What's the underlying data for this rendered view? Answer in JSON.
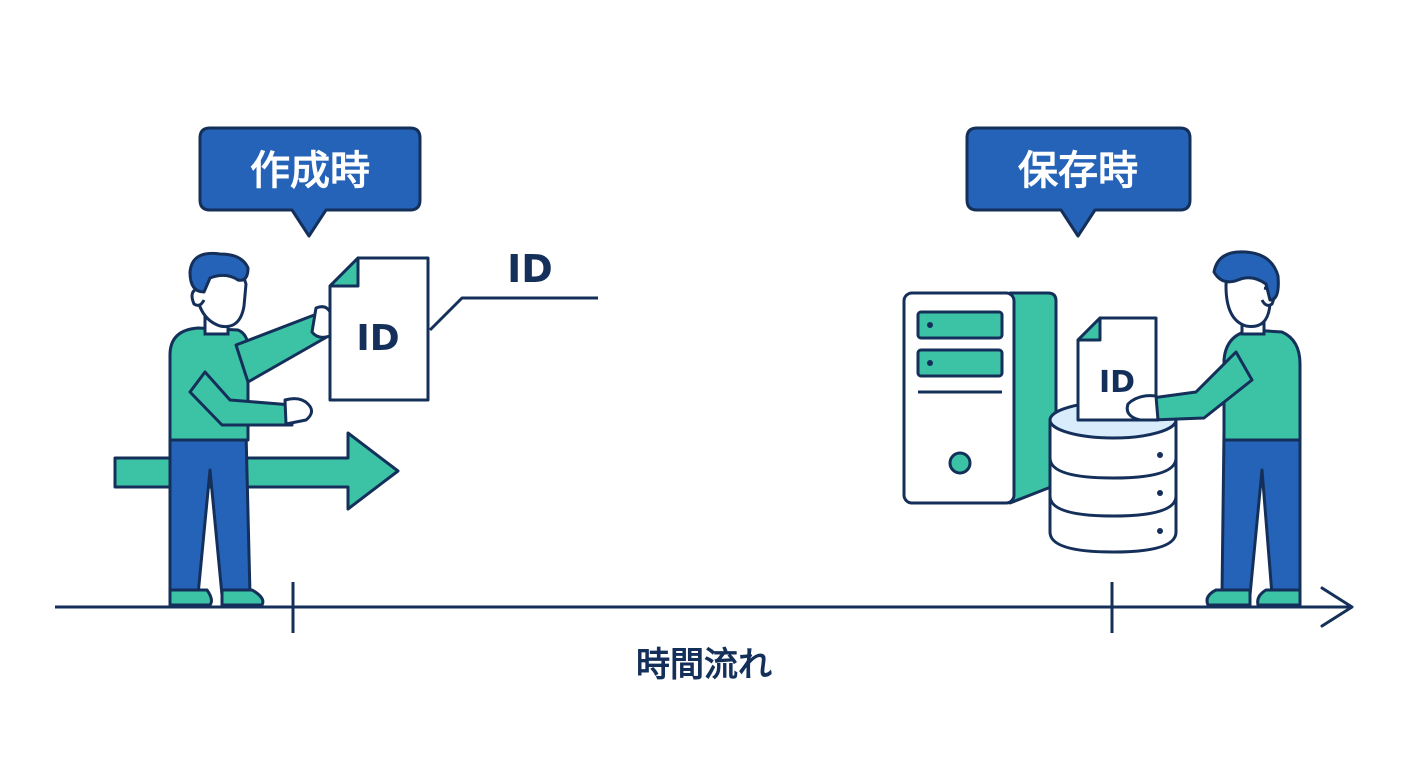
{
  "callouts": {
    "creation": "作成時",
    "save": "保存時"
  },
  "labels": {
    "id_floating": "ID",
    "id_doc_left": "ID",
    "id_doc_right": "ID",
    "timeline": "時間流れ"
  },
  "colors": {
    "navy": "#14305a",
    "blue": "#2563b8",
    "teal": "#3cc3a6",
    "light_blue": "#d9ecfb",
    "white": "#ffffff"
  },
  "icons": {
    "left_person": "person-holding-document-icon",
    "right_person": "person-holding-document-icon",
    "server": "server-tower-icon",
    "database": "database-cylinder-icon",
    "arrow": "forward-arrow-icon"
  }
}
